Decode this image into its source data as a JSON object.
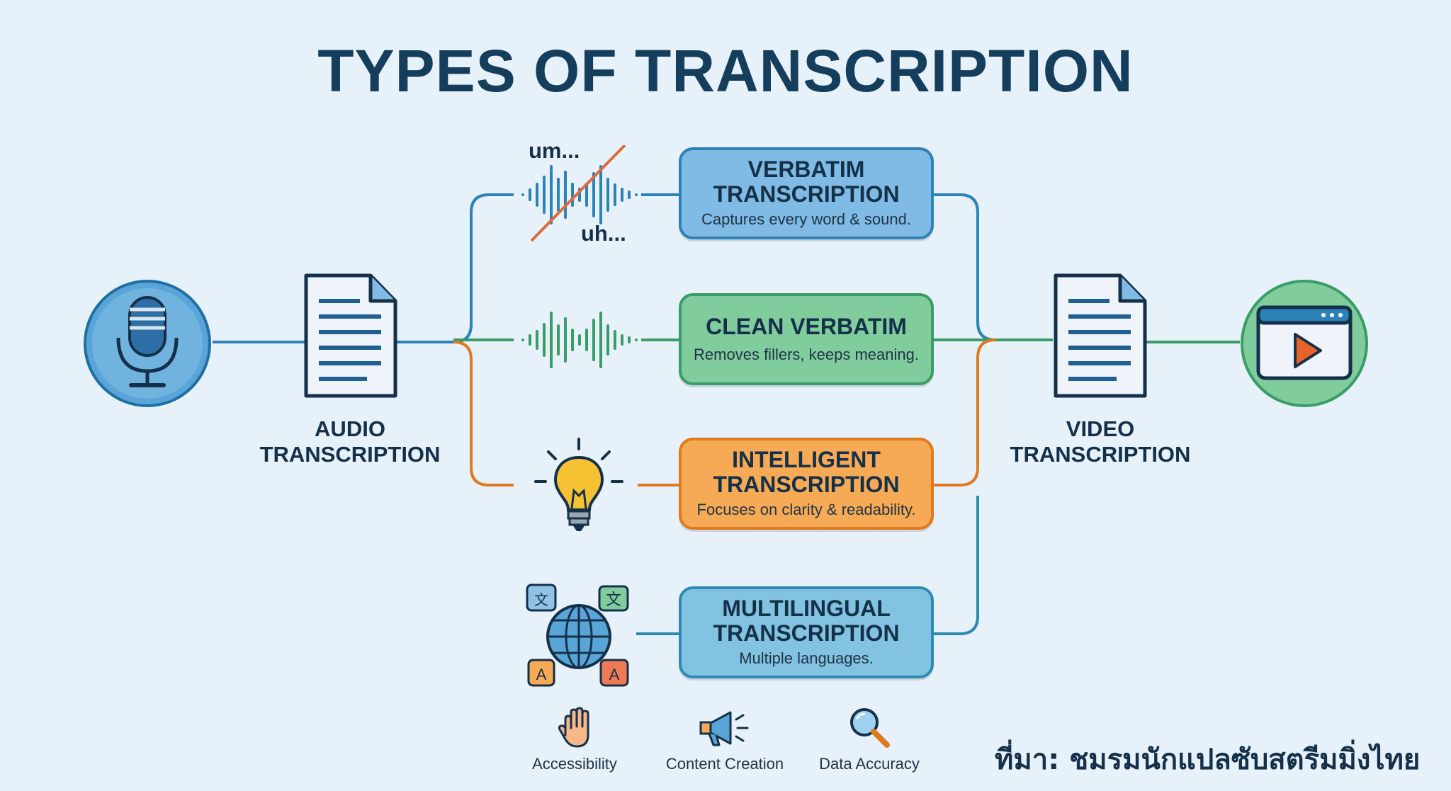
{
  "title": "TYPES OF TRANSCRIPTION",
  "nodes": {
    "audio": [
      "AUDIO",
      "TRANSCRIPTION"
    ],
    "video": [
      "VIDEO",
      "TRANSCRIPTION"
    ]
  },
  "types": [
    {
      "title": [
        "VERBATIM",
        "TRANSCRIPTION"
      ],
      "desc": "Captures every word & sound.",
      "color": "#7fbbe4"
    },
    {
      "title": [
        "CLEAN VERBATIM"
      ],
      "desc": "Removes fillers, keeps meaning.",
      "color": "#80cc9d"
    },
    {
      "title": [
        "INTELLIGENT",
        "TRANSCRIPTION"
      ],
      "desc": "Focuses on clarity & readability.",
      "color": "#f6aa55"
    },
    {
      "title": [
        "MULTILINGUAL",
        "TRANSCRIPTION"
      ],
      "desc": "Multiple languages.",
      "color": "#82c3e1"
    }
  ],
  "fillers": {
    "um": "um...",
    "uh": "uh..."
  },
  "benefits": [
    {
      "label": "Accessibility",
      "icon": "hand-icon"
    },
    {
      "label": "Content Creation",
      "icon": "megaphone-icon"
    },
    {
      "label": "Data Accuracy",
      "icon": "magnifier-icon"
    }
  ],
  "translate_icons": {
    "a": "A",
    "zh": "文"
  },
  "source": "ที่มา: ชมรมนักแปลซับสตรีมมิ่งไทย",
  "colors": {
    "title": "#153d5c",
    "blue_line": "#2d82b8",
    "green_line": "#3a9c66",
    "orange_line": "#e07a1e",
    "background": "#e6f1fa"
  }
}
